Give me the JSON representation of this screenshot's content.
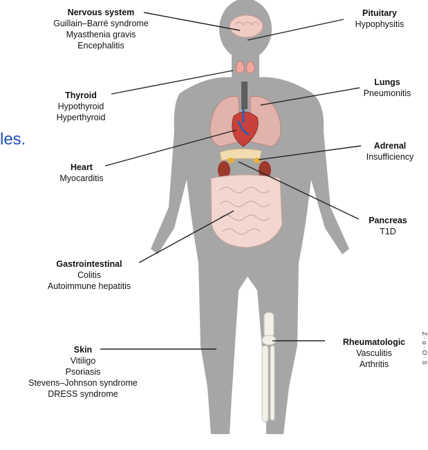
{
  "fragment": "les.",
  "edge_text": "Z  ·  g  ·  O  ·  S",
  "colors": {
    "body": "#a6a6a6",
    "leader": "#222222",
    "fragment": "#1f4fb5"
  },
  "labels": {
    "nervous": {
      "title": "Nervous system",
      "lines": [
        "Guillain–Barré syndrome",
        "Myasthenia gravis",
        "Encephalitis"
      ]
    },
    "pituitary": {
      "title": "Pituitary",
      "lines": [
        "Hypophysitis"
      ]
    },
    "thyroid": {
      "title": "Thyroid",
      "lines": [
        "Hypothyroid",
        "Hyperthyroid"
      ]
    },
    "lungs": {
      "title": "Lungs",
      "lines": [
        "Pneumonitis"
      ]
    },
    "adrenal": {
      "title": "Adrenal",
      "lines": [
        "Insufficiency"
      ]
    },
    "heart": {
      "title": "Heart",
      "lines": [
        "Myocarditis"
      ]
    },
    "pancreas": {
      "title": "Pancreas",
      "lines": [
        "T1D"
      ]
    },
    "gi": {
      "title": "Gastrointestinal",
      "lines": [
        "Colitis",
        "Autoimmune hepatitis"
      ]
    },
    "rheum": {
      "title": "Rheumatologic",
      "lines": [
        "Vasculitis",
        "Arthritis"
      ]
    },
    "skin": {
      "title": "Skin",
      "lines": [
        "Vitiligo",
        "Psoriasis",
        "Stevens–Johnson syndrome",
        "DRESS syndrome"
      ]
    }
  }
}
